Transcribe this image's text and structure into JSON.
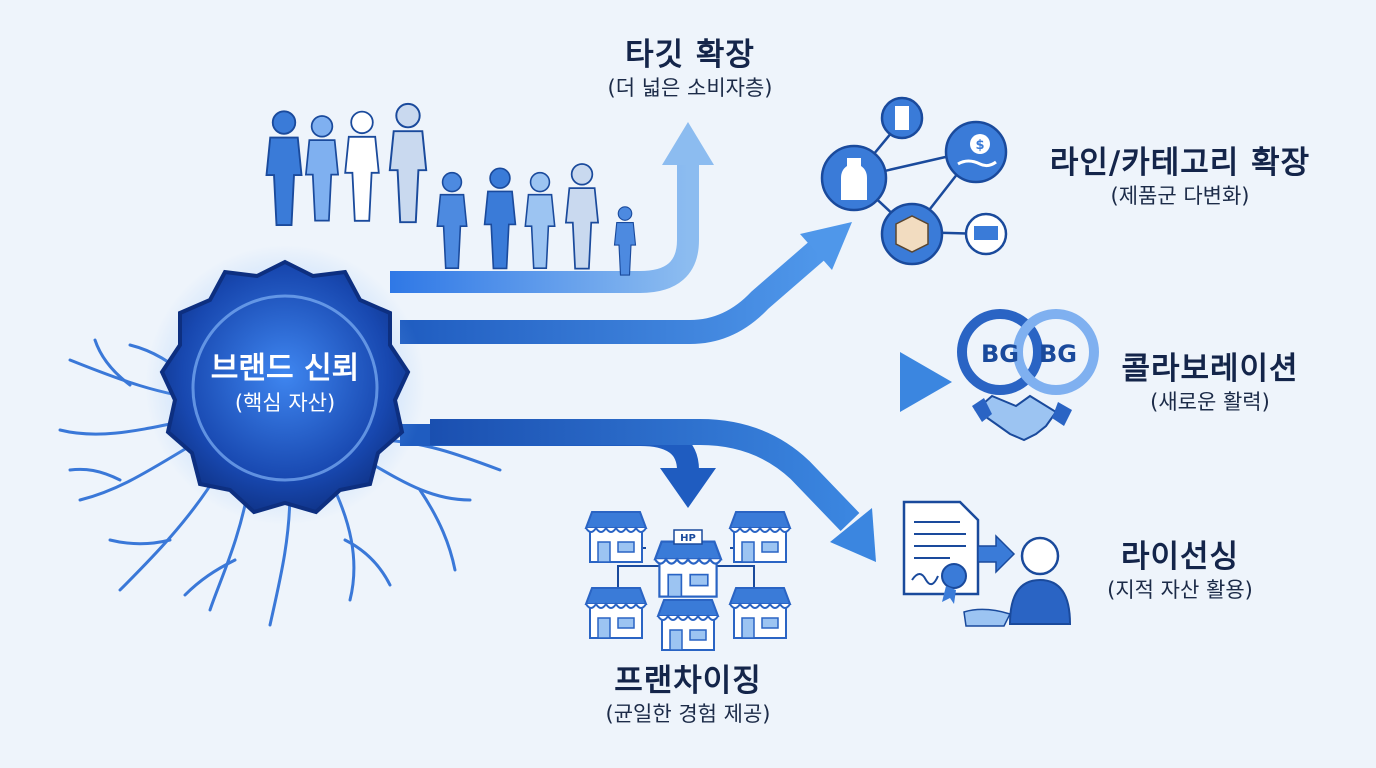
{
  "core": {
    "title": "브랜드 신뢰",
    "subtitle": "(핵심 자산)"
  },
  "branches": {
    "target": {
      "title": "타깃 확장",
      "subtitle": "(더 넓은 소비자층)"
    },
    "line": {
      "title": "라인/카테고리 확장",
      "subtitle": "(제품군 다변화)"
    },
    "collab": {
      "title": "콜라보레이션",
      "subtitle": "(새로운 활력)"
    },
    "license": {
      "title": "라이선싱",
      "subtitle": "(지적 자산 활용)"
    },
    "franchise": {
      "title": "프랜차이징",
      "subtitle": "(균일한 경험 제공)"
    }
  },
  "icon_text": {
    "collab_logo_left": "BG",
    "collab_logo_right": "BG",
    "store_sign": "HP",
    "dollar": "$"
  },
  "icons": [
    "family-icon",
    "network-icon",
    "bottle-icon",
    "dollar-hand-icon",
    "box-icon",
    "monitor-icon",
    "infinity-logo-icon",
    "handshake-icon",
    "document-icon",
    "award-icon",
    "person-icon",
    "store-network-icon",
    "roots-icon",
    "seal-icon"
  ],
  "colors": {
    "background": "#eef4fb",
    "seal_dark": "#10388f",
    "seal_light": "#2f6fe0",
    "arrow_light": "#8cbcf0",
    "arrow_mid": "#3b82e0",
    "arrow_dark": "#1f5cc0",
    "icon_fill": "#3a7bd8",
    "text_dark": "#14254a"
  }
}
